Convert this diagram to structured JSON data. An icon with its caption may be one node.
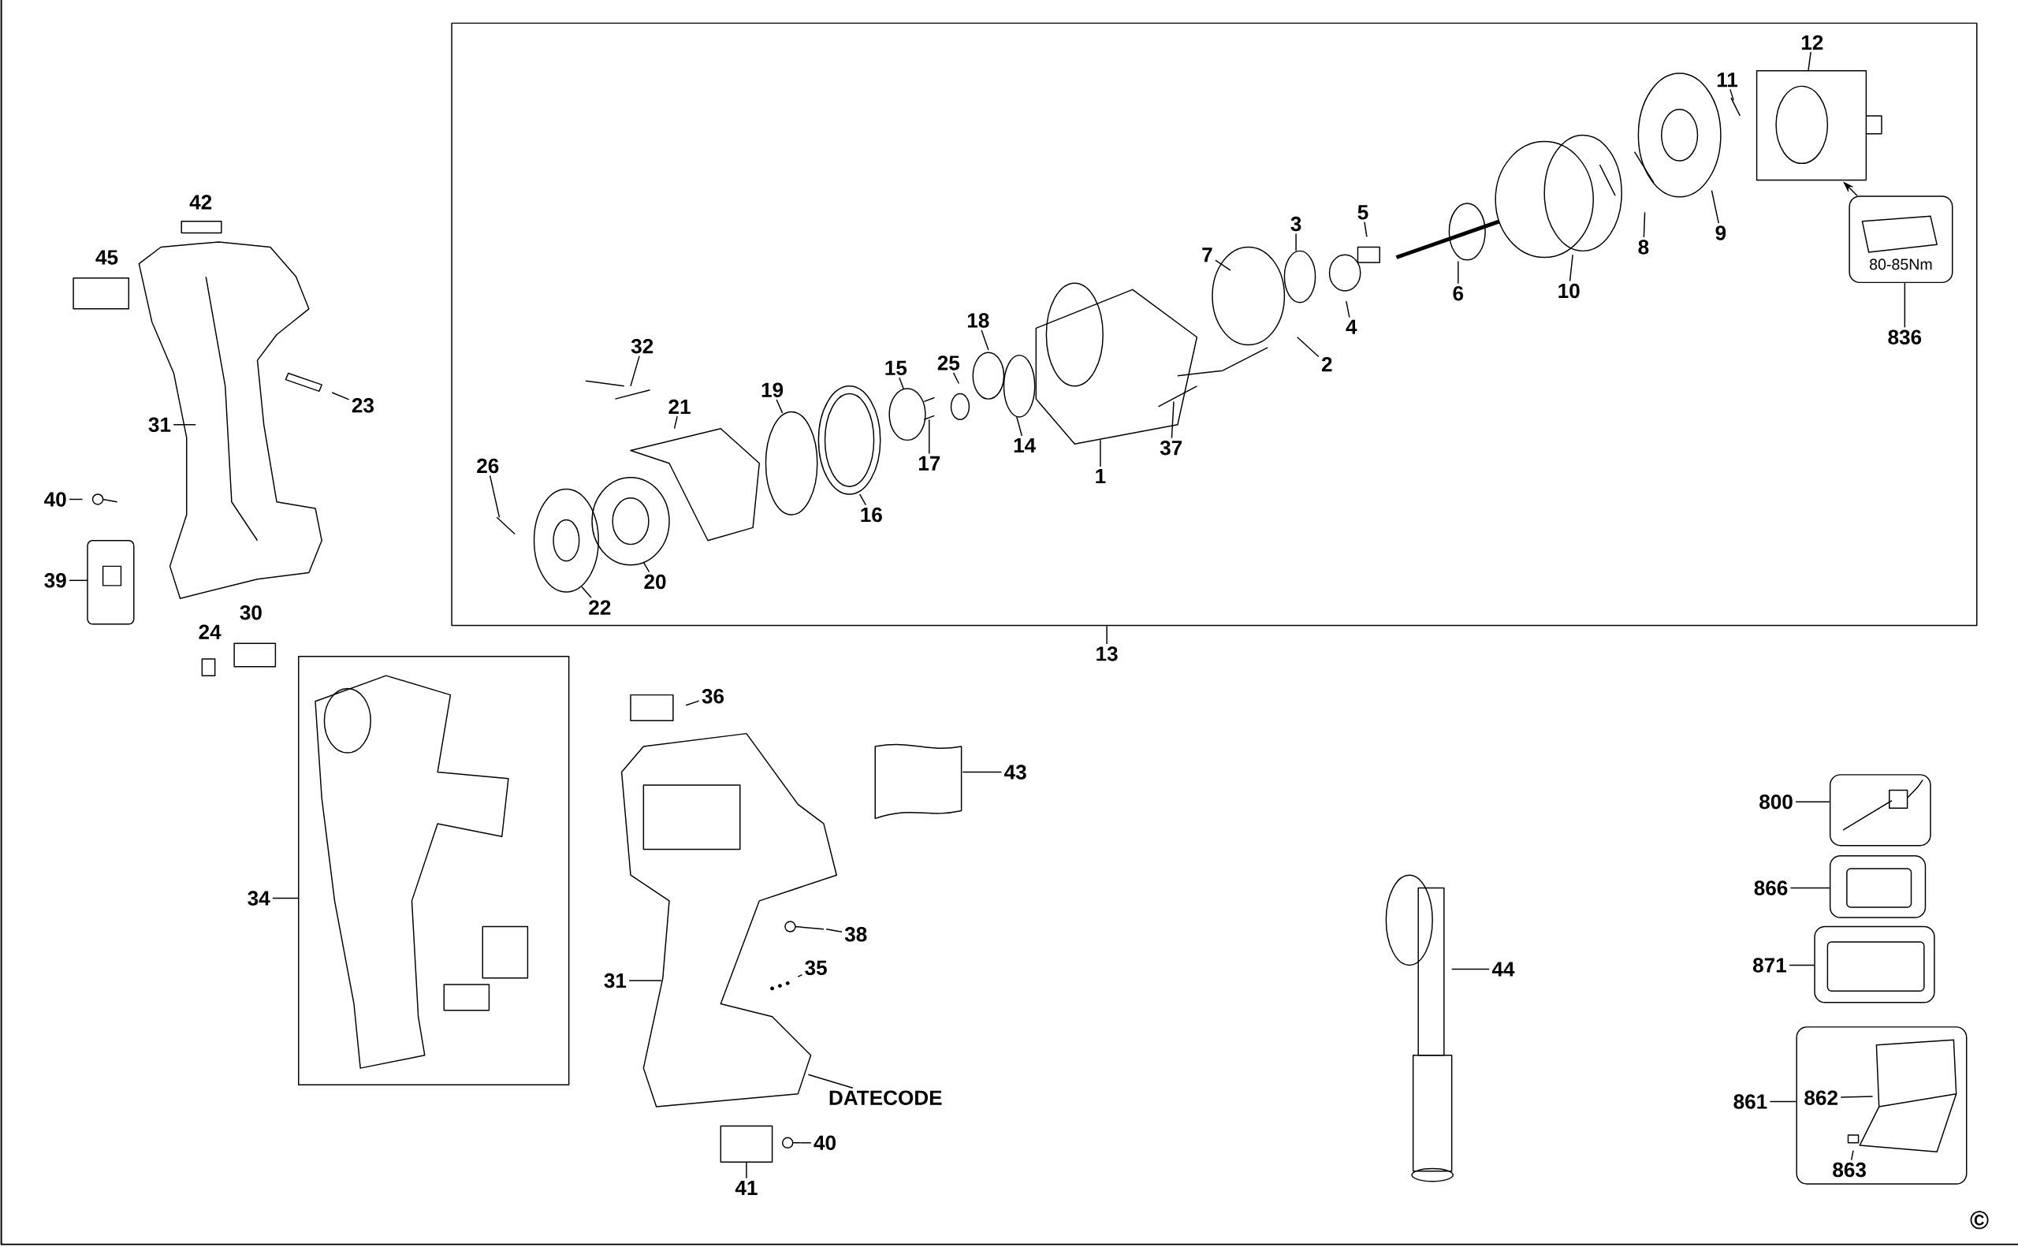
{
  "diagram": {
    "nodes": [
      {
        "text": [],
        "shape": "box"
      },
      {
        "text": [
          "12"
        ],
        "in": 0
      },
      {
        "text": [
          "11"
        ],
        "in": 0
      },
      {
        "text": [
          "5"
        ],
        "in": 0
      },
      {
        "text": [
          "3"
        ],
        "in": 0
      },
      {
        "text": [
          "9"
        ],
        "in": 0
      },
      {
        "text": [
          "8"
        ],
        "in": 0
      },
      {
        "text": [
          "7"
        ],
        "in": 0
      },
      {
        "text": [
          "6"
        ],
        "in": 0
      },
      {
        "text": [
          "10"
        ],
        "in": 0
      },
      {
        "text": [
          "4"
        ],
        "in": 0
      },
      {
        "text": [
          "18"
        ],
        "in": 0
      },
      {
        "text": [
          "32"
        ],
        "in": 0
      },
      {
        "text": [
          "25"
        ],
        "in": 0
      },
      {
        "text": [
          "2"
        ],
        "in": 0
      },
      {
        "text": [
          "15"
        ],
        "in": 0
      },
      {
        "text": [
          "19"
        ],
        "in": 0
      },
      {
        "text": [
          "21"
        ],
        "in": 0
      },
      {
        "text": [
          "14"
        ],
        "in": 0
      },
      {
        "text": [
          "37"
        ],
        "in": 0
      },
      {
        "text": [
          "17"
        ],
        "in": 0
      },
      {
        "text": [
          "26"
        ],
        "in": 0
      },
      {
        "text": [
          "1"
        ],
        "in": 0
      },
      {
        "text": [
          "16"
        ],
        "in": 0
      },
      {
        "text": [
          "20"
        ],
        "in": 0
      },
      {
        "text": [
          "22"
        ],
        "in": 0
      },
      {
        "text": [
          "80-85Nm"
        ],
        "in": 0
      },
      {
        "text": [
          "836"
        ],
        "in": 0
      },
      {
        "text": [
          "13"
        ]
      },
      {
        "text": [
          "23"
        ]
      },
      {
        "text": [
          "31"
        ]
      },
      {
        "text": [
          "40"
        ]
      },
      {
        "text": [
          "39"
        ]
      },
      {
        "text": [],
        "shape": "box"
      },
      {
        "text": [
          "34"
        ]
      },
      {
        "text": [
          "36"
        ]
      },
      {
        "text": [
          "43"
        ]
      },
      {
        "text": [
          "38"
        ]
      },
      {
        "text": [
          "35"
        ]
      },
      {
        "text": [
          "31"
        ]
      },
      {
        "text": [
          "DATECODE"
        ]
      },
      {
        "text": [
          "40"
        ]
      },
      {
        "text": [
          "41"
        ]
      },
      {
        "text": [
          "44"
        ]
      },
      {
        "text": [],
        "shape": "box"
      },
      {
        "text": [
          "800"
        ]
      },
      {
        "text": [],
        "shape": "box"
      },
      {
        "text": [
          "866"
        ]
      },
      {
        "text": [],
        "shape": "box"
      },
      {
        "text": [
          "871"
        ]
      },
      {
        "text": [],
        "shape": "box"
      },
      {
        "text": [
          "861"
        ]
      },
      {
        "text": [
          "862"
        ],
        "in": 50
      },
      {
        "text": [
          "863"
        ],
        "in": 50
      }
    ],
    "edges": [
      {
        "from": 1,
        "to": null,
        "arrow": "none"
      },
      {
        "from": 2,
        "to": null,
        "arrow": "none"
      },
      {
        "from": 3,
        "to": null,
        "arrow": "none"
      },
      {
        "from": 4,
        "to": null,
        "arrow": "none"
      },
      {
        "from": 5,
        "to": null,
        "arrow": "none"
      },
      {
        "from": 6,
        "to": null,
        "arrow": "none"
      },
      {
        "from": 7,
        "to": null,
        "arrow": "none"
      },
      {
        "from": 8,
        "to": null,
        "arrow": "none"
      },
      {
        "from": 9,
        "to": null,
        "arrow": "none"
      },
      {
        "from": 10,
        "to": null,
        "arrow": "none"
      },
      {
        "from": 11,
        "to": null,
        "arrow": "none"
      },
      {
        "from": 12,
        "to": null,
        "arrow": "none"
      },
      {
        "from": 13,
        "to": null,
        "arrow": "none"
      },
      {
        "from": 14,
        "to": null,
        "arrow": "none"
      },
      {
        "from": 15,
        "to": null,
        "arrow": "none"
      },
      {
        "from": 16,
        "to": null,
        "arrow": "none"
      },
      {
        "from": 17,
        "to": null,
        "arrow": "none"
      },
      {
        "from": 18,
        "to": null,
        "arrow": "none"
      },
      {
        "from": 19,
        "to": null,
        "arrow": "none"
      },
      {
        "from": 20,
        "to": null,
        "arrow": "none"
      },
      {
        "from": 21,
        "to": null,
        "arrow": "none"
      },
      {
        "from": 22,
        "to": null,
        "arrow": "none"
      },
      {
        "from": 23,
        "to": null,
        "arrow": "none"
      },
      {
        "from": 24,
        "to": null,
        "arrow": "none"
      },
      {
        "from": 25,
        "to": null,
        "arrow": "none"
      },
      {
        "from": 26,
        "to": null,
        "arrow": "to"
      },
      {
        "from": 27,
        "to": 26,
        "arrow": "none"
      },
      {
        "from": 28,
        "to": 0,
        "arrow": "none"
      },
      {
        "from": 29,
        "to": null,
        "arrow": "none"
      },
      {
        "from": 30,
        "to": null,
        "arrow": "none"
      },
      {
        "from": 31,
        "to": null,
        "arrow": "none"
      },
      {
        "from": 32,
        "to": null,
        "arrow": "none"
      },
      {
        "from": 34,
        "to": 33,
        "arrow": "none"
      },
      {
        "from": 35,
        "to": null,
        "arrow": "none"
      },
      {
        "from": 36,
        "to": null,
        "arrow": "none"
      },
      {
        "from": 37,
        "to": null,
        "arrow": "none"
      },
      {
        "from": 38,
        "to": null,
        "arrow": "none"
      },
      {
        "from": 39,
        "to": null,
        "arrow": "none"
      },
      {
        "from": 40,
        "to": null,
        "arrow": "none"
      },
      {
        "from": 41,
        "to": null,
        "arrow": "none"
      },
      {
        "from": 42,
        "to": null,
        "arrow": "none"
      },
      {
        "from": 43,
        "to": null,
        "arrow": "none"
      },
      {
        "from": 45,
        "to": 44,
        "arrow": "none"
      },
      {
        "from": 47,
        "to": 46,
        "arrow": "none"
      },
      {
        "from": 49,
        "to": 48,
        "arrow": "none"
      },
      {
        "from": 51,
        "to": 50,
        "arrow": "none"
      },
      {
        "from": 52,
        "to": null,
        "arrow": "none"
      },
      {
        "from": 53,
        "to": null,
        "arrow": "none"
      }
    ],
    "labels": [
      "42",
      "45",
      "30",
      "24",
      "©"
    ]
  }
}
